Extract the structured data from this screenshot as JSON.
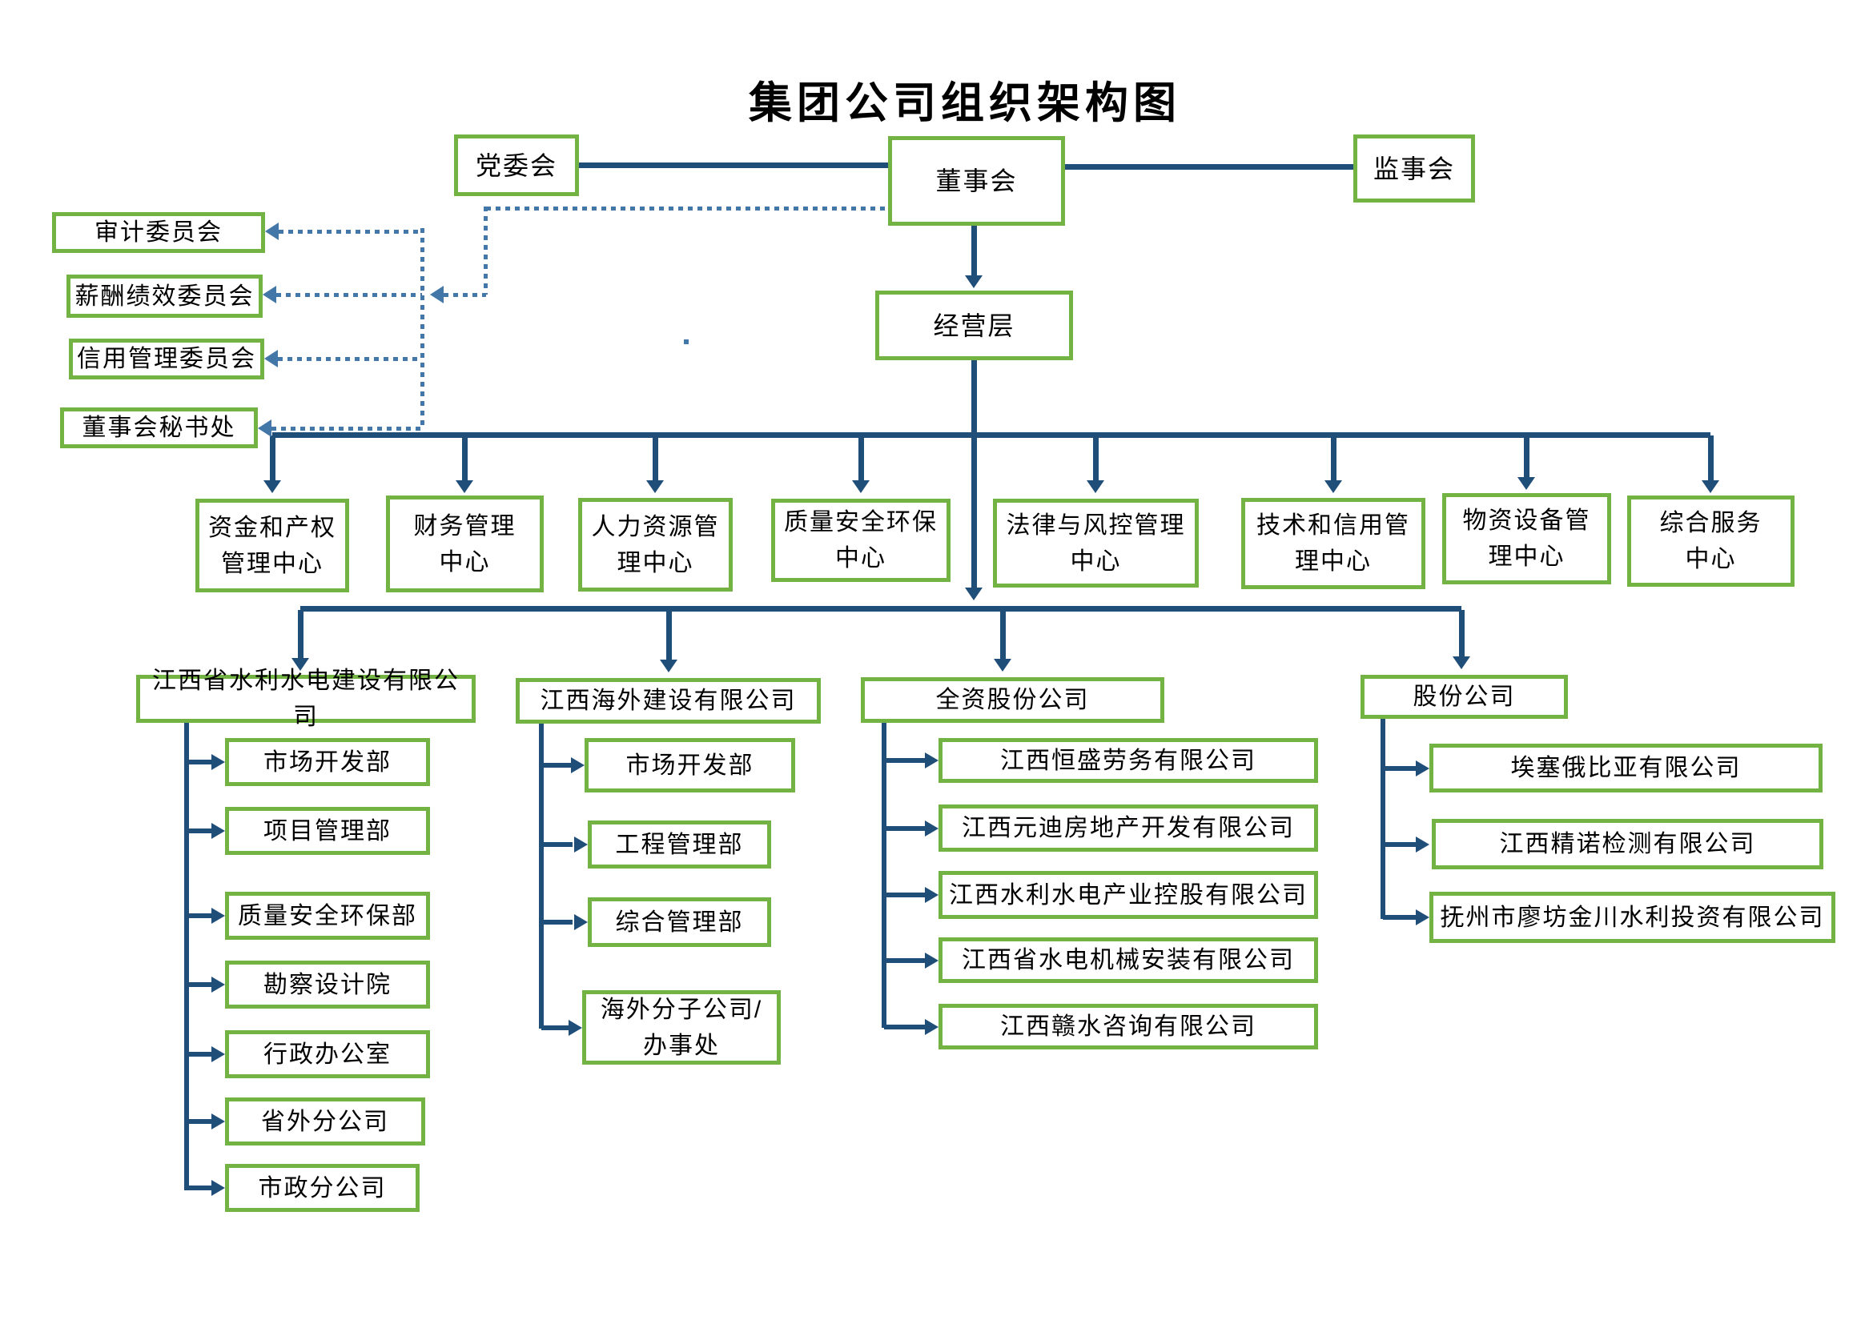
{
  "title": "集团公司组织架构图",
  "colors": {
    "box_border_green": "#72B344",
    "solid_line_navy": "#1F4E79",
    "dotted_line_blue": "#4377A7"
  },
  "top": {
    "party": "党委会",
    "board": "董事会",
    "supervisory": "监事会"
  },
  "committees": {
    "audit": "审计委员会",
    "compensation": "薪酬绩效委员会",
    "credit": "信用管理委员会",
    "secretariat": "董事会秘书处"
  },
  "management": {
    "label": "经营层"
  },
  "centers": [
    "资金和产权\n管理中心",
    "财务管理\n中心",
    "人力资源管\n理中心",
    "质量安全环保\n中心",
    "法律与风控管理\n中心",
    "技术和信用管\n理中心",
    "物资设备管\n理中心",
    "综合服务\n中心"
  ],
  "companies": [
    {
      "label": "江西省水利水电建设有限公司",
      "children": [
        "市场开发部",
        "项目管理部",
        "质量安全环保部",
        "勘察设计院",
        "行政办公室",
        "省外分公司",
        "市政分公司"
      ]
    },
    {
      "label": "江西海外建设有限公司",
      "children": [
        "市场开发部",
        "工程管理部",
        "综合管理部",
        "海外分子公司/\n办事处"
      ]
    },
    {
      "label": "全资股份公司",
      "children": [
        "江西恒盛劳务有限公司",
        "江西元迪房地产开发有限公司",
        "江西水利水电产业控股有限公司",
        "江西省水电机械安装有限公司",
        "江西赣水咨询有限公司"
      ]
    },
    {
      "label": "股份公司",
      "children": [
        "埃塞俄比亚有限公司",
        "江西精诺检测有限公司",
        "抚州市廖坊金川水利投资有限公司"
      ]
    }
  ]
}
